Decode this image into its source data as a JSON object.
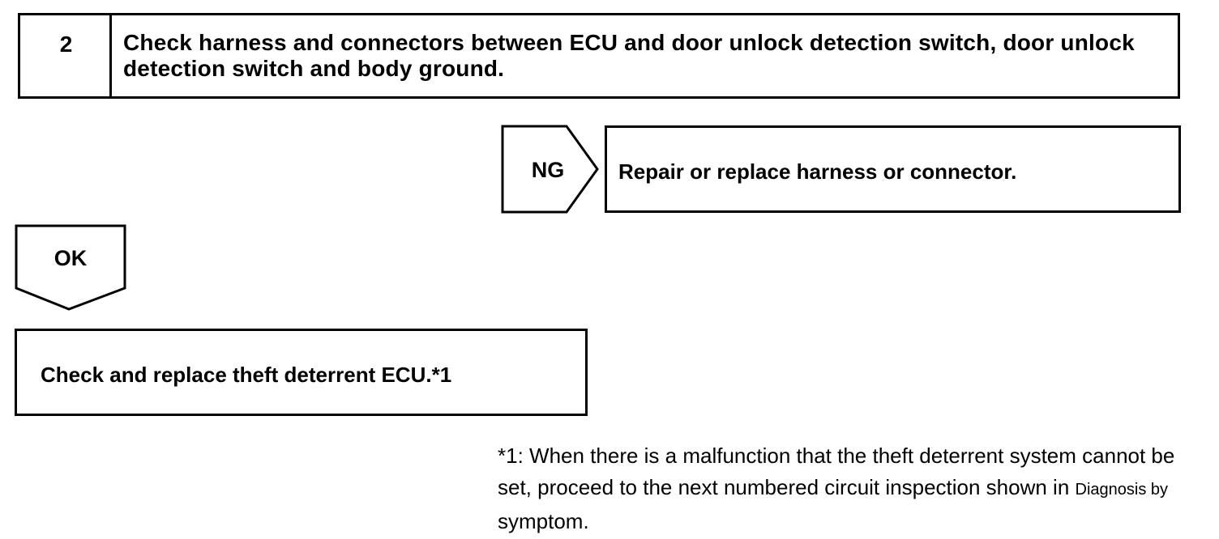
{
  "step": {
    "number": "2",
    "title": "Check harness and connectors between ECU and door unlock detection switch, door unlock detection switch and body ground."
  },
  "ng_branch": {
    "label": "NG",
    "action": "Repair or replace harness or connector."
  },
  "ok_branch": {
    "label": "OK",
    "action": "Check and replace theft deterrent ECU.*1"
  },
  "footnote": {
    "lead": "*1: When there is a malfunction that the theft deterrent system cannot be set, proceed to the next numbered circuit inspection shown in",
    "small": "Diagnosis by",
    "tail": "symptom."
  }
}
